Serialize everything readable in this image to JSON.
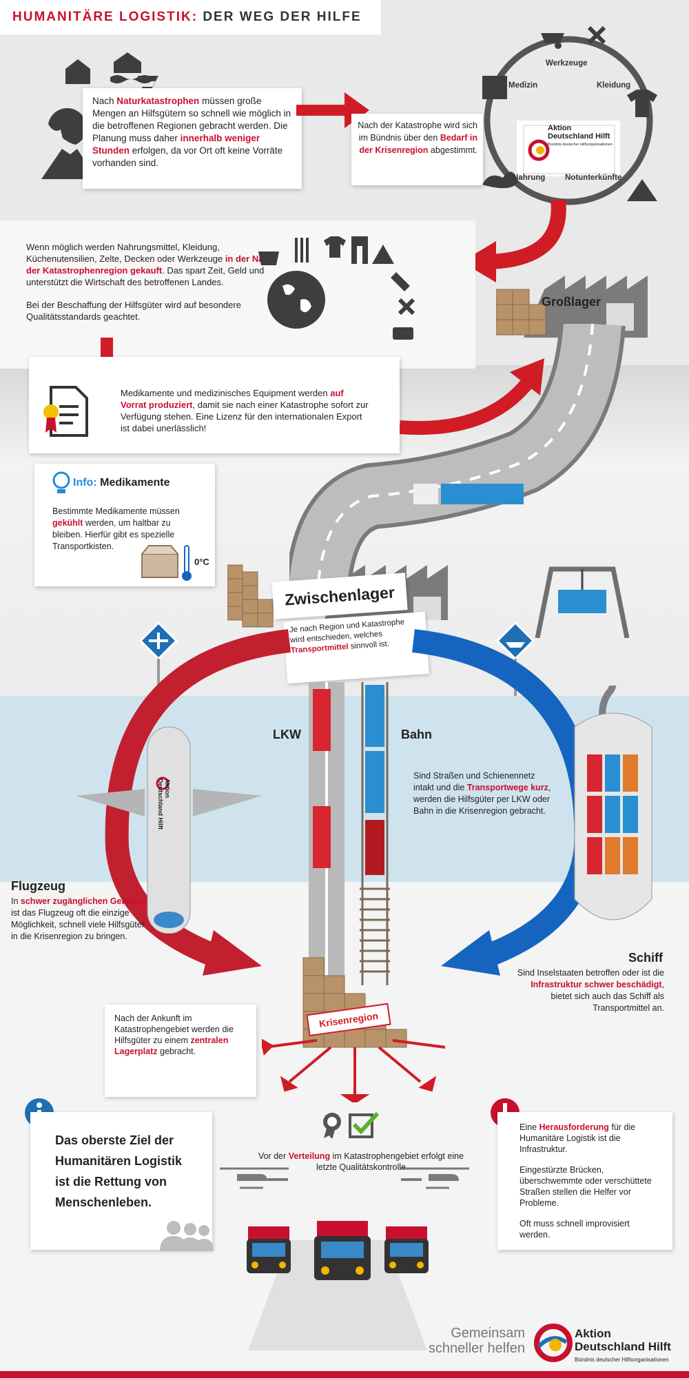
{
  "header": {
    "title_part1": "HUMANITÄRE LOGISTIK:",
    "title_part2": "DER WEG DER HILFE"
  },
  "intro": {
    "p1": "Nach ",
    "p1_hl": "Naturkatastrophen",
    "p2": " müssen große Mengen an Hilfsgütern so schnell wie möglich in die betroffenen Regionen gebracht werden. Die Planung muss daher ",
    "p2_hl": "innerhalb weniger Stunden",
    "p3": " erfolgen, da vor Ort oft keine Vorräte vorhanden sind."
  },
  "coordination": {
    "p1": "Nach der Katastrophe wird sich im Bündnis über den ",
    "p1_hl": "Bedarf in der Krisenregion",
    "p2": " abgestimmt."
  },
  "cycle": {
    "labels": [
      "Werkzeuge",
      "Kleidung",
      "Notunterkünfte",
      "Nahrung",
      "Medizin"
    ],
    "logo_line1": "Aktion",
    "logo_line2": "Deutschland Hilft",
    "logo_sub": "Bündnis deutscher Hilfsorganisationen"
  },
  "procurement": {
    "p1": "Wenn möglich werden Nahrungsmittel, Kleidung, Küchenutensilien, Zelte, Decken oder Werkzeuge ",
    "p1_hl": "in der Nähe der Katastrophenregion gekauft",
    "p2": ". Das spart Zeit, Geld und unterstützt die Wirtschaft des betroffenen Landes.",
    "p3": "Bei der Beschaffung der Hilfsgüter wird auf besondere Qualitätsstandards geachtet."
  },
  "warehouse": {
    "label": "Großlager"
  },
  "medicine": {
    "p1": "Medikamente und medizinisches Equipment werden ",
    "p1_hl": "auf Vorrat produziert",
    "p2": ", damit sie nach einer Katastrophe sofort zur Verfügung stehen. Eine Lizenz für den internationalen Export ist dabei unerlässlich!"
  },
  "info": {
    "label": "Info:",
    "title": "Medikamente",
    "p1": "Bestimmte Medikamente müssen ",
    "p1_hl": "gekühlt",
    "p2": " werden, um haltbar zu bleiben. Hierfür gibt es spezielle Transportkisten.",
    "temp": "0°C"
  },
  "interim": {
    "label": "Zwischenlager",
    "p1": "Je nach Region und Katastrophe wird entschieden, welches ",
    "p1_hl": "Transportmittel",
    "p2": " sinnvoll ist."
  },
  "transport": {
    "lkw": "LKW",
    "bahn": "Bahn",
    "land_p1": "Sind Straßen und Schienennetz intakt und die ",
    "land_hl": "Transportwege kurz",
    "land_p2": ", werden die Hilfsgüter per LKW oder Bahn in die Krisenregion gebracht.",
    "plane_title": "Flugzeug",
    "plane_p1": "In ",
    "plane_hl": "schwer zugänglichen Gebieten",
    "plane_p2": " ist das Flugzeug oft die einzige Möglichkeit, schnell viele Hilfsgüter in die Krisenregion zu bringen.",
    "ship_title": "Schiff",
    "ship_p1": "Sind Inselstaaten betroffen oder ist die ",
    "ship_hl": "Infrastruktur schwer beschädigt",
    "ship_p2": ", bietet sich auch das Schiff als Transportmittel an.",
    "plane_logo_1": "Aktion",
    "plane_logo_2": "Deutschland Hilft"
  },
  "arrival": {
    "p1": "Nach der Ankunft im Katastrophengebiet werden die Hilfsgüter zu einem ",
    "p1_hl": "zentralen Lagerplatz",
    "p2": " gebracht.",
    "region": "Krisenregion"
  },
  "quality": {
    "p1": "Vor der ",
    "p1_hl": "Verteilung",
    "p2": " im Katastrophengebiet erfolgt eine letzte Qualitätskontrolle"
  },
  "goal": {
    "text": "Das oberste Ziel der Humanitären Logistik ist die Rettung von Menschenleben."
  },
  "challenge": {
    "p1": "Eine ",
    "p1_hl": "Herausforderung",
    "p2": " für die Humanitäre Logistik ist die Infrastruktur.",
    "p3": "Eingestürzte Brücken, überschwemmte oder verschüttete Straßen stellen die Helfer vor Probleme.",
    "p4": "Oft muss schnell improvisiert werden."
  },
  "footer": {
    "slogan1": "Gemeinsam",
    "slogan2": "schneller helfen",
    "logo_line1": "Aktion",
    "logo_line2": "Deutschland Hilft",
    "logo_sub": "Bündnis deutscher Hilfsorganisationen"
  },
  "colors": {
    "red": "#c8102e",
    "blue": "#1565c0",
    "dark": "#3e3e3e"
  }
}
